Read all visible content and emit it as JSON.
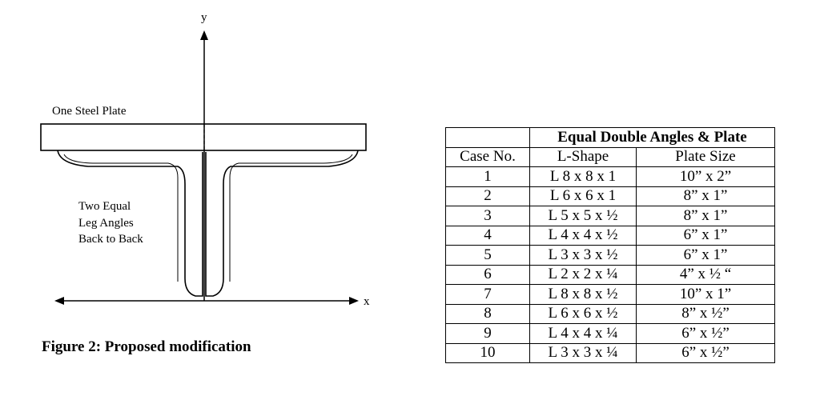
{
  "figure": {
    "y_axis_label": "y",
    "x_axis_label": "x",
    "plate_label": "One Steel Plate",
    "angles_label_lines": [
      "Two Equal",
      "Leg Angles",
      "Back to Back"
    ],
    "caption": "Figure 2: Proposed modification"
  },
  "table": {
    "group_header": "Equal Double Angles & Plate",
    "columns": [
      "Case No.",
      "L-Shape",
      "Plate Size"
    ],
    "rows": [
      [
        "1",
        "L 8 x 8 x 1",
        "10” x 2”"
      ],
      [
        "2",
        "L 6 x 6 x 1",
        "8” x 1”"
      ],
      [
        "3",
        "L 5 x 5 x ½",
        "8” x 1”"
      ],
      [
        "4",
        "L 4 x 4 x ½",
        "6” x 1”"
      ],
      [
        "5",
        "L 3 x 3 x ½",
        "6” x 1”"
      ],
      [
        "6",
        "L 2 x 2 x ¼",
        "4” x ½ “"
      ],
      [
        "7",
        "L 8 x 8 x ½",
        "10” x 1”"
      ],
      [
        "8",
        "L 6 x 6 x ½",
        "8” x ½”"
      ],
      [
        "9",
        "L 4 x 4 x ¼",
        "6” x ½”"
      ],
      [
        "10",
        "L 3 x 3 x ¼",
        "6” x ½”"
      ]
    ]
  }
}
